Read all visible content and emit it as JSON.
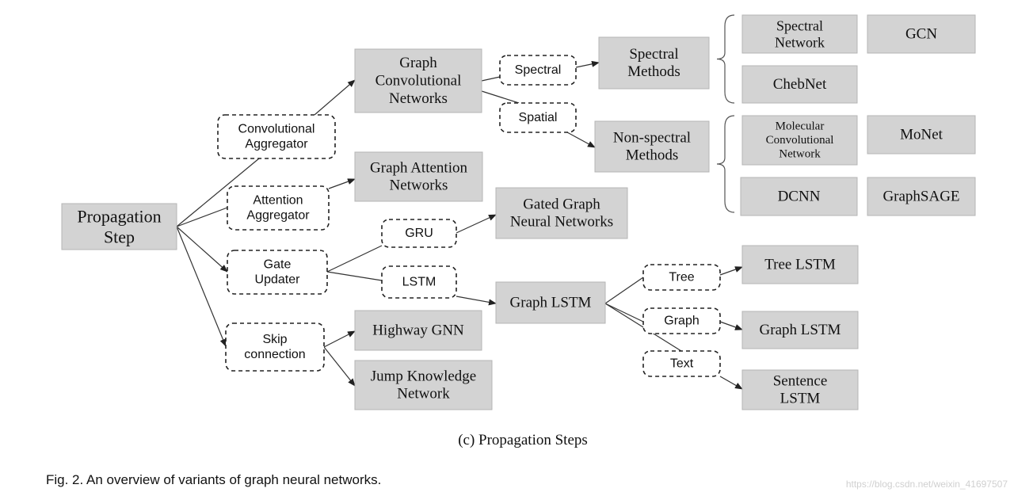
{
  "nodes": {
    "propagation_step": [
      "Propagation",
      "Step"
    ],
    "convolutional_aggregator": [
      "Convolutional",
      "Aggregator"
    ],
    "attention_aggregator": [
      "Attention",
      "Aggregator"
    ],
    "gate_updater": [
      "Gate",
      "Updater"
    ],
    "skip_connection": [
      "Skip",
      "connection"
    ],
    "graph_convolutional_networks": [
      "Graph",
      "Convolutional",
      "Networks"
    ],
    "graph_attention_networks": [
      "Graph Attention",
      "Networks"
    ],
    "gru": [
      "GRU"
    ],
    "lstm": [
      "LSTM"
    ],
    "gated_graph_neural_networks": [
      "Gated Graph",
      "Neural Networks"
    ],
    "graph_lstm_center": [
      "Graph LSTM"
    ],
    "highway_gnn": [
      "Highway GNN"
    ],
    "jump_knowledge_network": [
      "Jump Knowledge",
      "Network"
    ],
    "spectral": [
      "Spectral"
    ],
    "spatial": [
      "Spatial"
    ],
    "spectral_methods": [
      "Spectral",
      "Methods"
    ],
    "non_spectral_methods": [
      "Non-spectral",
      "Methods"
    ],
    "spectral_network": [
      "Spectral",
      "Network"
    ],
    "gcn": [
      "GCN"
    ],
    "chebnet": [
      "ChebNet"
    ],
    "molecular_convolutional_network": [
      "Molecular",
      "Convolutional",
      "Network"
    ],
    "monet": [
      "MoNet"
    ],
    "dcnn": [
      "DCNN"
    ],
    "graphsage": [
      "GraphSAGE"
    ],
    "tree": [
      "Tree"
    ],
    "graph": [
      "Graph"
    ],
    "text": [
      "Text"
    ],
    "tree_lstm": [
      "Tree LSTM"
    ],
    "graph_lstm_right": [
      "Graph LSTM"
    ],
    "sentence_lstm": [
      "Sentence",
      "LSTM"
    ]
  },
  "caption": "(c) Propagation Steps",
  "figure_caption": "Fig. 2. An overview of variants of graph neural networks.",
  "watermark": "https://blog.csdn.net/weixin_41697507",
  "colors": {
    "box_fill": "#d3d3d3",
    "box_stroke": "#b5b5b5",
    "dashed_stroke": "#222222",
    "edge": "#333333"
  }
}
